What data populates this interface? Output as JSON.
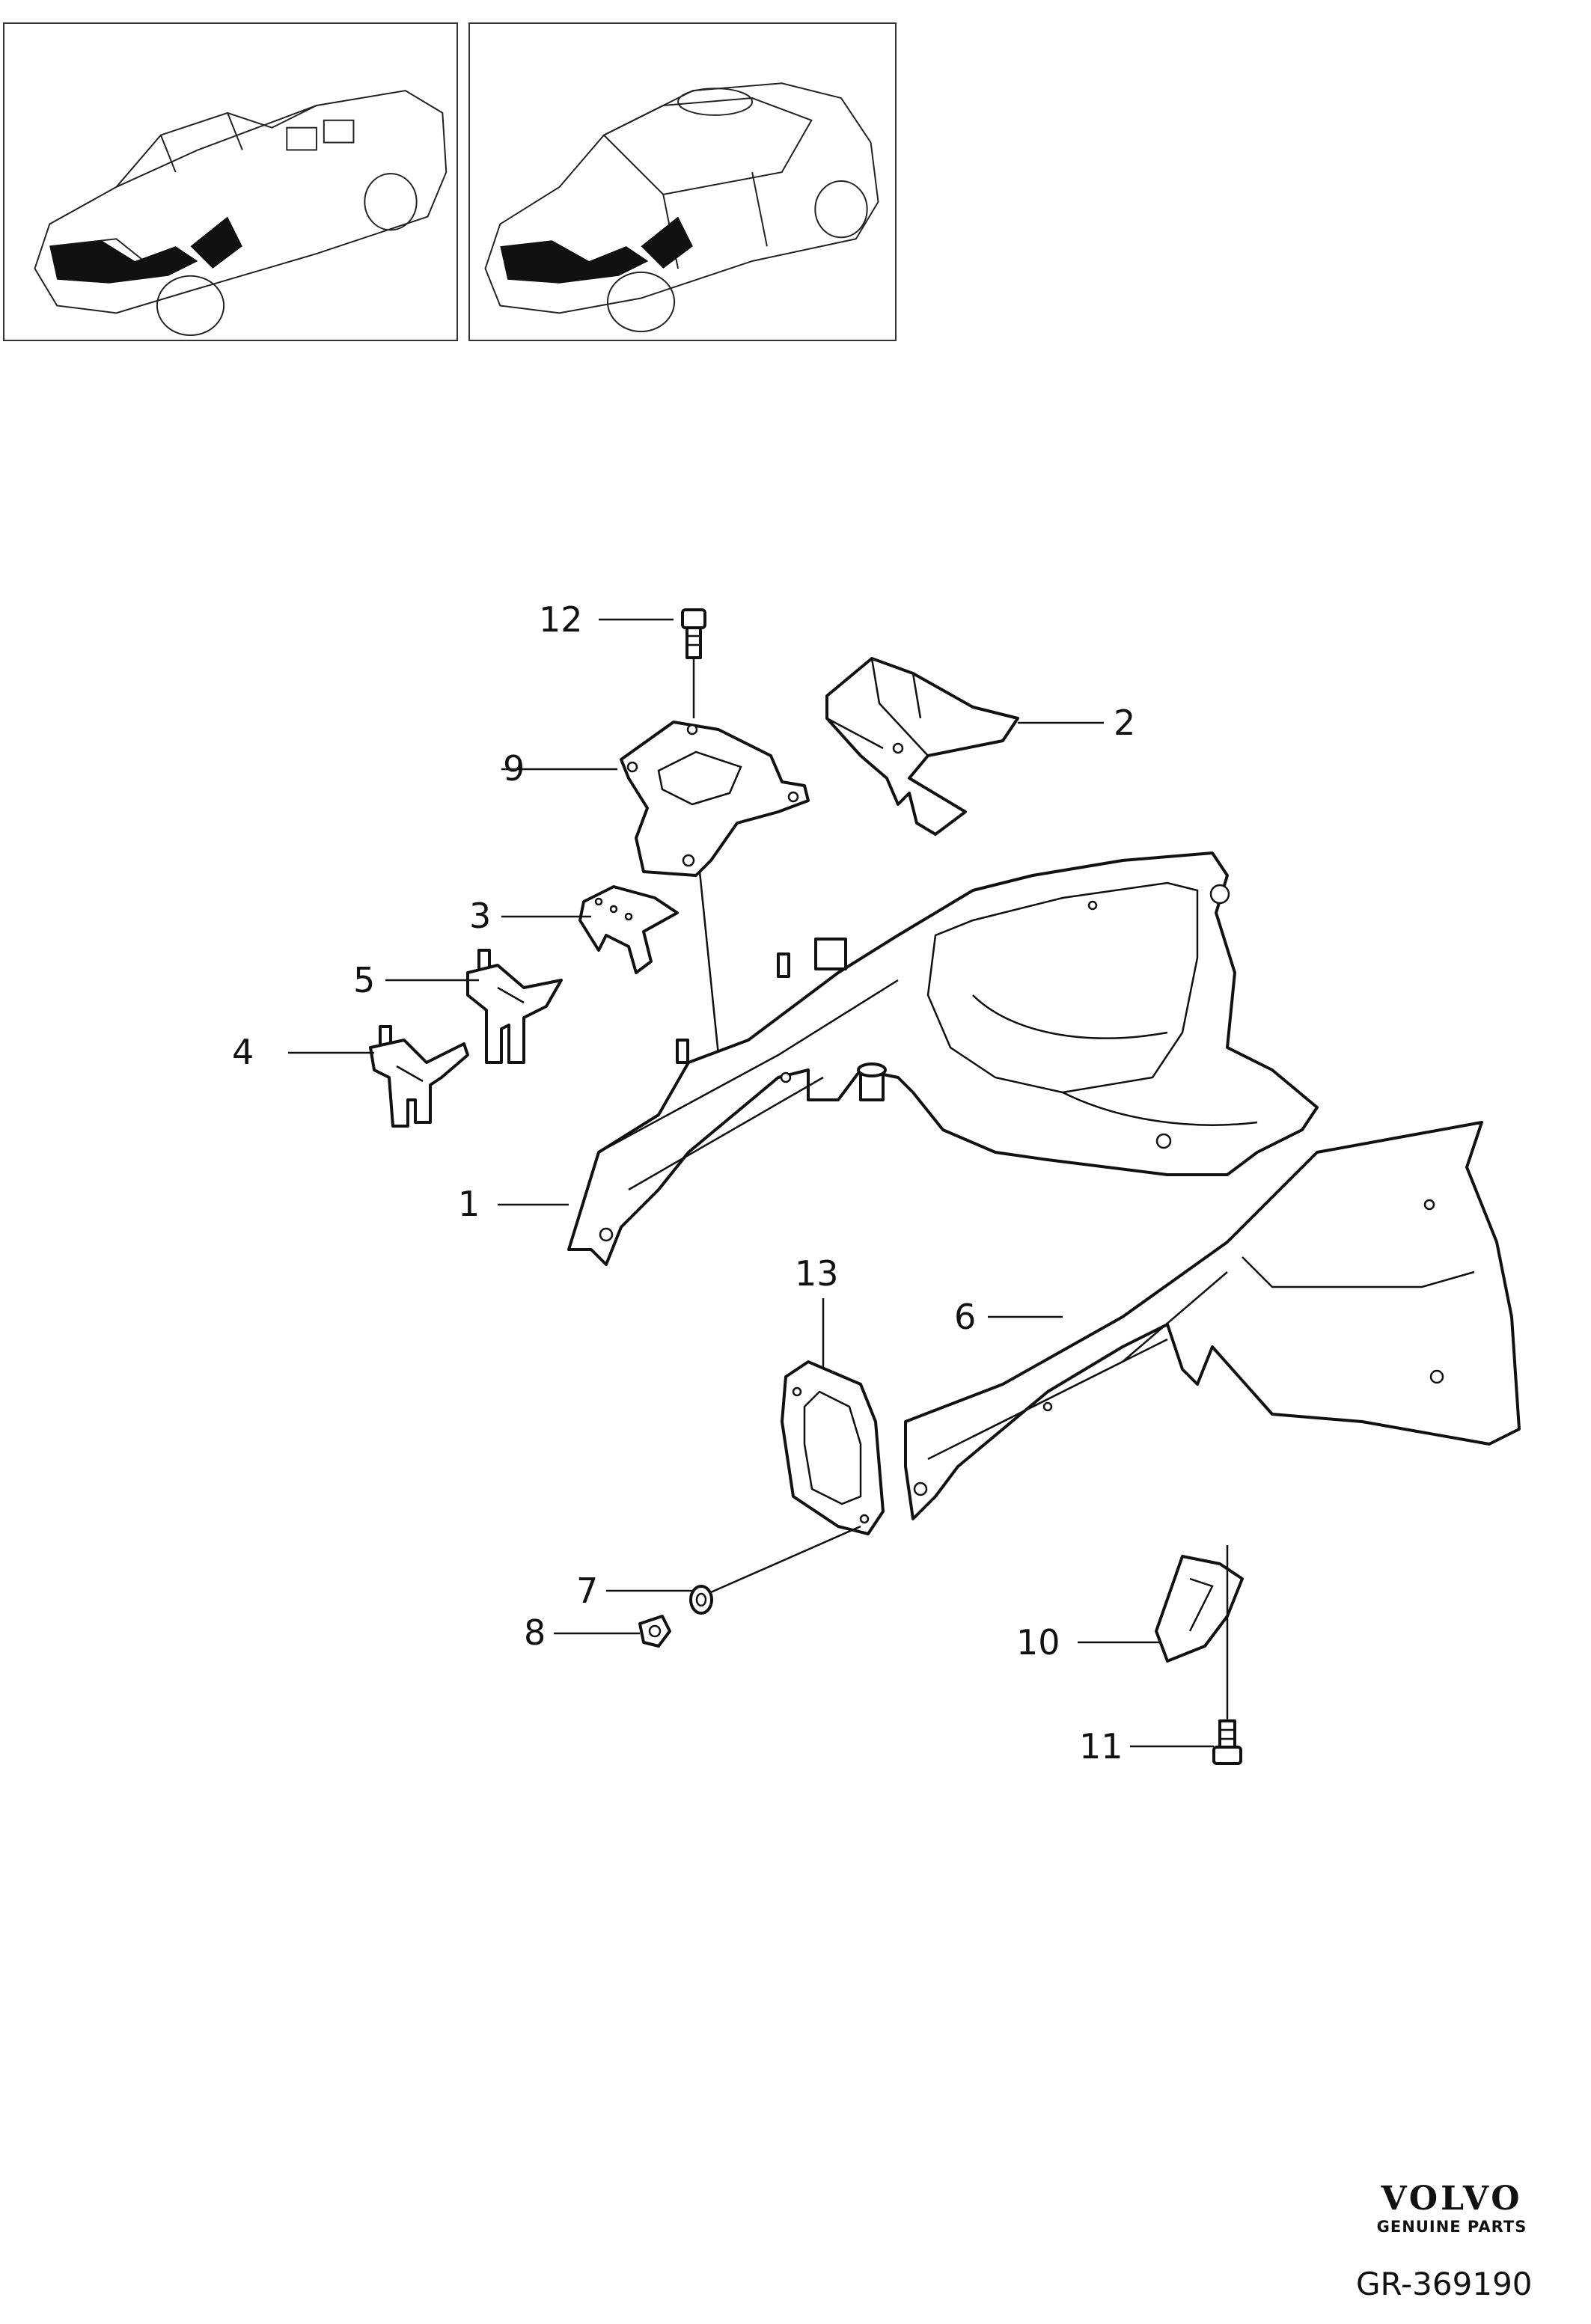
{
  "callouts": [
    {
      "id": "1",
      "label": "1"
    },
    {
      "id": "2",
      "label": "2"
    },
    {
      "id": "3",
      "label": "3"
    },
    {
      "id": "4",
      "label": "4"
    },
    {
      "id": "5",
      "label": "5"
    },
    {
      "id": "6",
      "label": "6"
    },
    {
      "id": "7",
      "label": "7"
    },
    {
      "id": "8",
      "label": "8"
    },
    {
      "id": "9",
      "label": "9"
    },
    {
      "id": "10",
      "label": "10"
    },
    {
      "id": "11",
      "label": "11"
    },
    {
      "id": "12",
      "label": "12"
    },
    {
      "id": "13",
      "label": "13"
    }
  ],
  "brand": {
    "logo_text": "VOLVO",
    "subtitle": "GENUINE PARTS"
  },
  "reference_code": "GR-369190"
}
